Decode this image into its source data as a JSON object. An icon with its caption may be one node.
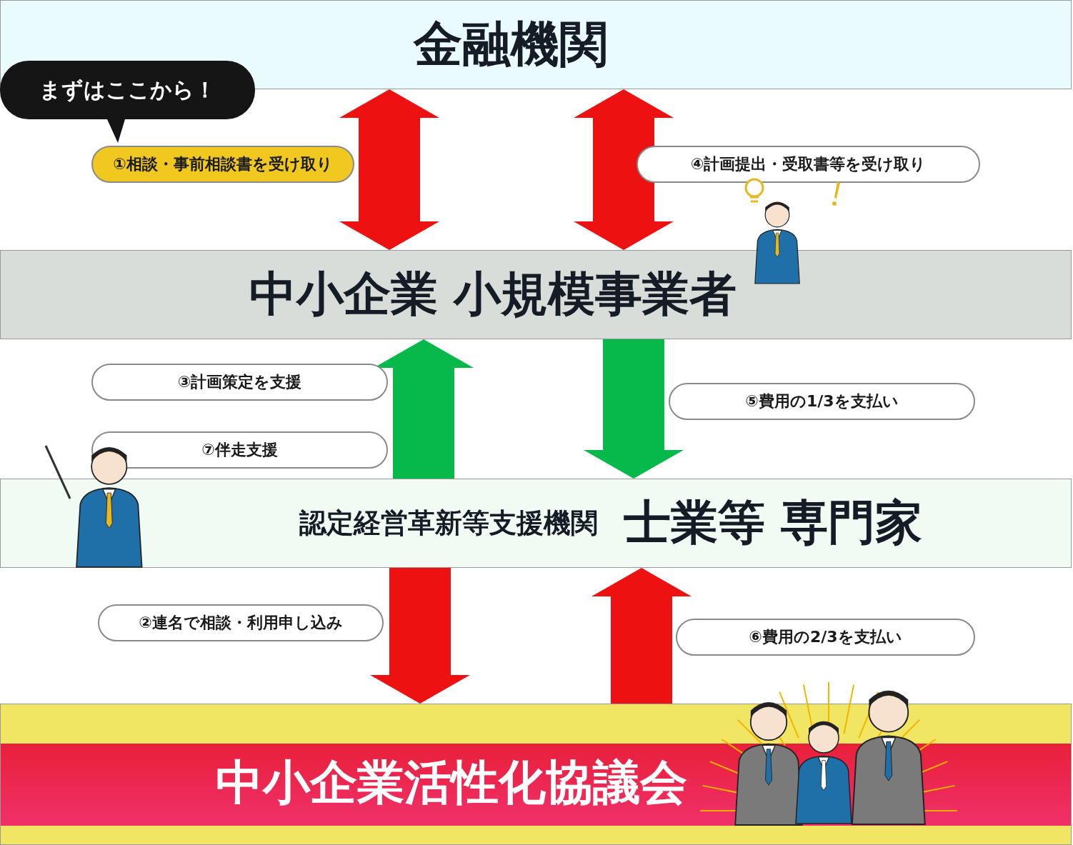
{
  "diagram": {
    "nodes": [
      {
        "text": [
          "金融機関"
        ]
      },
      {
        "text": [
          "まずはここから！"
        ]
      },
      {
        "text": [
          "①相談・事前相談書を受け取り"
        ]
      },
      {
        "text": [
          "④計画提出・受取書等を受け取り"
        ]
      },
      {
        "text": [
          "中小企業 小規模事業者"
        ]
      },
      {
        "text": [
          "③計画策定を支援"
        ]
      },
      {
        "text": [
          "⑦伴走支援"
        ]
      },
      {
        "text": [
          "⑤費用の1/3を支払い"
        ]
      },
      {
        "text": [
          "認定経営革新等支援機関",
          "士業等 専門家"
        ]
      },
      {
        "text": [
          "②連名で相談・利用申し込み"
        ]
      },
      {
        "text": [
          "⑥費用の2/3を支払い"
        ]
      },
      {
        "text": [
          "中小企業活性化協議会"
        ]
      }
    ],
    "edges": [
      {
        "from": 4,
        "to": 0,
        "arrow": "both"
      },
      {
        "from": 4,
        "to": 0,
        "arrow": "both"
      },
      {
        "from": 8,
        "to": 4,
        "arrow": "to",
        "color": "#06b94a"
      },
      {
        "from": 4,
        "to": 8,
        "arrow": "to",
        "color": "#06b94a"
      },
      {
        "from": 8,
        "to": 11,
        "arrow": "to"
      },
      {
        "from": 11,
        "to": 8,
        "arrow": "to"
      }
    ]
  }
}
